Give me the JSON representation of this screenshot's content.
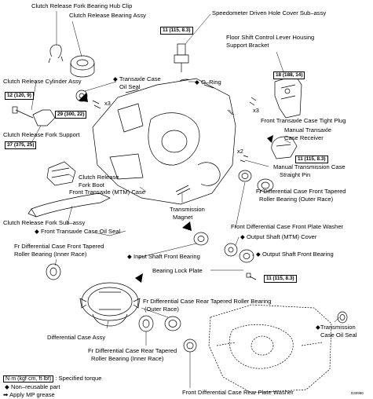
{
  "labels": {
    "hub_clip": "Clutch Release Fork Bearing Hub Clip",
    "bearing_assy": "Clutch Release Bearing Assy",
    "speedo_cover": "Speedometer Driven Hole Cover Sub–assy",
    "oil_seal_top_a": "Transaxle Case",
    "oil_seal_top_b": "Oil Seal",
    "oring": "O–Ring",
    "floor_shift_a": "Floor Shift Control Lever Housing",
    "floor_shift_b": "Support Bracket",
    "cylinder_assy": "Clutch Release Cylinder Assy",
    "tight_plug": "Front Transaxle Case Tight Plug",
    "fork_support": "Clutch Release Fork Support",
    "case_receiver_a": "Manual Transaxle",
    "case_receiver_b": "Case Receiver",
    "straight_pin_a": "Manual Transmission Case",
    "straight_pin_b": "Straight Pin",
    "fork_boot_a": "Clutch Release",
    "fork_boot_b": "Fork Boot",
    "outer_race_a": "Fr Differential Case Front Tapered",
    "outer_race_b": "Roller Bearing (Outer Race)",
    "front_transaxle_case": "Front Transaxle (MTM) Case",
    "trans_magnet_a": "Transmission",
    "trans_magnet_b": "Magnet",
    "fork_sub": "Clutch Release Fork Sub–assy",
    "plate_washer": "Front Differential Case Front Plate Washer",
    "front_case_oil_seal": "Front Transaxle Case Oil Seal",
    "output_cover": "Output Shaft (MTM) Cover",
    "inner_race_a": "Fr Differential Case Front Tapered",
    "inner_race_b": "Roller Bearing (Inner Race)",
    "input_bearing": "Input Shaft Front Bearing",
    "output_bearing": "Output Shaft Front Bearing",
    "bearing_lock": "Bearing Lock Plate",
    "rear_outer_a": "Fr Differential Case Rear Tapered Roller Bearing",
    "rear_outer_b": "(Outer Race)",
    "diff_case": "Differential Case Assy",
    "rear_inner_a": "Fr Differential Case Rear Tapered",
    "rear_inner_b": "Roller Bearing (Inner Race)",
    "rear_oil_seal_a": "Transmission",
    "rear_oil_seal_b": "Case Oil Seal",
    "rear_plate_washer": "Front Differential Case Rear Plate Washer"
  },
  "torques": {
    "speedo": "11 (115, 8.3)",
    "bracket": "18 (188, 14)",
    "cylinder": "12 (120, 9)",
    "case_bolts": "29 (300, 22)",
    "fork_support": "37 (375, 25)",
    "receiver": "11 (115, 8.3)",
    "lock_plate": "11 (115, 8.3)"
  },
  "multipliers": {
    "oil_seal": "x3",
    "bracket": "x3",
    "pin": "x2"
  },
  "legend": {
    "torque_unit": "N·m (kgf·cm, ft·lbf)",
    "torque_desc": ": Specified torque",
    "non_reusable": "Non–reusable part",
    "mp_grease": "Apply MP grease"
  },
  "drawing_code": "D30980",
  "colors": {
    "ink": "#000000",
    "paper": "#ffffff",
    "shade": "#d9d9d9"
  }
}
